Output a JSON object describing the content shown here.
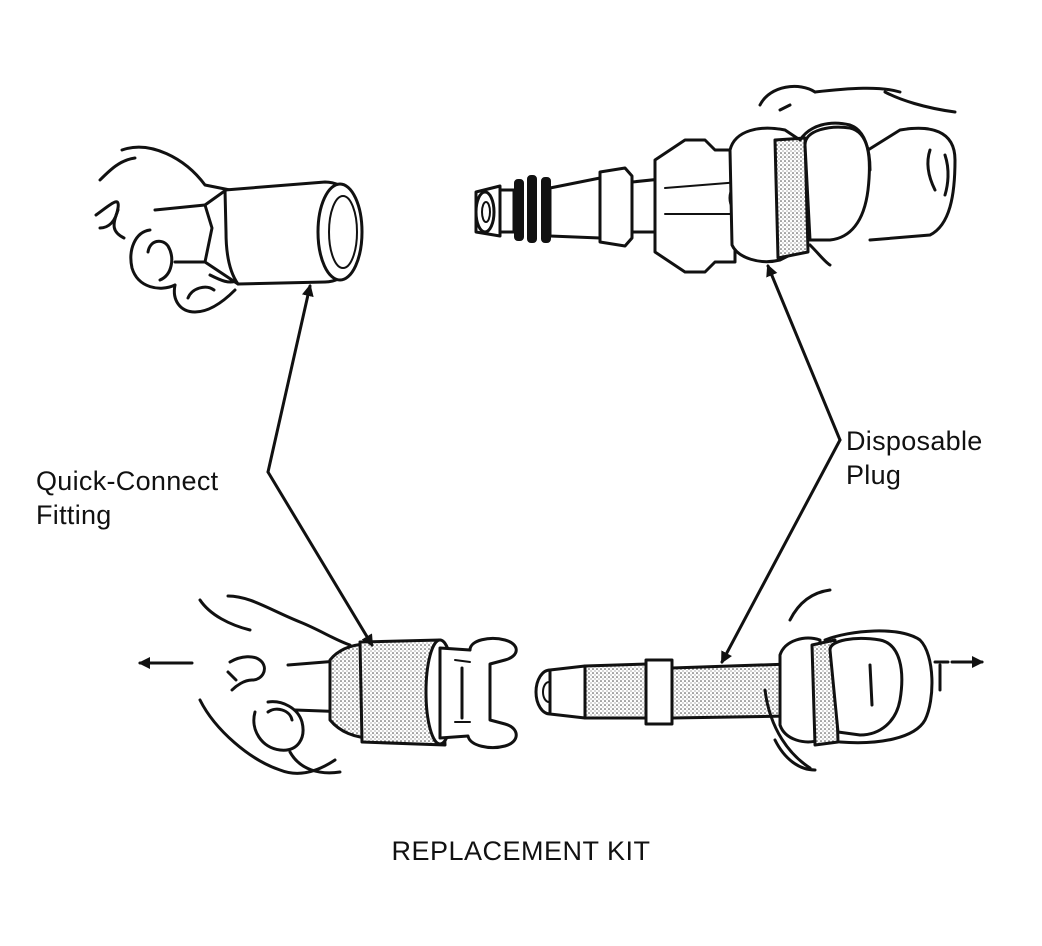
{
  "labels": {
    "quick_connect": [
      "Quick-Connect",
      "Fitting"
    ],
    "disposable_plug": [
      "Disposable",
      "Plug"
    ]
  },
  "caption": "REPLACEMENT KIT"
}
